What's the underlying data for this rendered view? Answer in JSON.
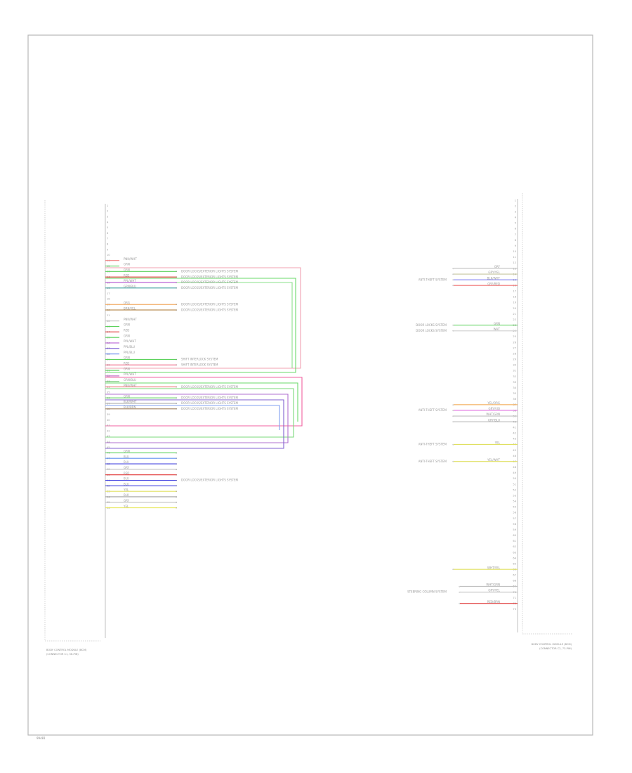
{
  "diagram_id": "99481",
  "left_connector": {
    "caption": [
      "BODY CONTROL MODULE (BCM)",
      "(CONNECTOR C1, 56-PIN)"
    ],
    "pins": [
      "1",
      "2",
      "3",
      "4",
      "5",
      "6",
      "7",
      "8",
      "9",
      "10",
      "11",
      "12",
      "13",
      "14",
      "15",
      "16",
      "17",
      "18",
      "19",
      "20",
      "21",
      "22",
      "23",
      "24",
      "25",
      "26",
      "27",
      "28",
      "29",
      "30",
      "31",
      "32",
      "33",
      "34",
      "35",
      "36",
      "37",
      "38",
      "39",
      "40",
      "41",
      "42",
      "43",
      "44",
      "45",
      "46",
      "47",
      "48",
      "49",
      "50",
      "51",
      "52",
      "53",
      "54",
      "55",
      "56"
    ]
  },
  "right_connector": {
    "caption": [
      "BODY CONTROL MODULE (BCM)",
      "(CONNECTOR C2, 73-PIN)"
    ],
    "pins": [
      "1",
      "2",
      "3",
      "4",
      "5",
      "6",
      "7",
      "8",
      "9",
      "10",
      "11",
      "12",
      "13",
      "14",
      "15",
      "16",
      "17",
      "18",
      "19",
      "20",
      "21",
      "22",
      "23",
      "24",
      "25",
      "26",
      "27",
      "28",
      "29",
      "30",
      "31",
      "32",
      "33",
      "34",
      "35",
      "36",
      "37",
      "38",
      "39",
      "40",
      "41",
      "42",
      "43",
      "44",
      "45",
      "46",
      "47",
      "48",
      "49",
      "50",
      "51",
      "52",
      "53",
      "54",
      "55",
      "56",
      "57",
      "58",
      "59",
      "60",
      "61",
      "62",
      "63",
      "64",
      "65",
      "66",
      "67",
      "68",
      "69",
      "70",
      "71",
      "72",
      "73"
    ]
  },
  "left_wires": [
    {
      "pin": "11",
      "label": "PNK/WHT",
      "color": "#f08080"
    },
    {
      "pin": "12",
      "label": "GRN",
      "color": "#5ad15a"
    },
    {
      "pin": "13",
      "label": "GRN",
      "color": "#5ad15a"
    },
    {
      "pin": "14",
      "label": "RED",
      "color": "#e03030"
    },
    {
      "pin": "15",
      "label": "PPL/WHT",
      "color": "#b050d0"
    },
    {
      "pin": "16",
      "label": "GRN/BLU",
      "color": "#40a0a0"
    },
    {
      "pin": "19",
      "label": "ORG",
      "color": "#f0a050"
    },
    {
      "pin": "20",
      "label": "BRN/YEL",
      "color": "#b08040"
    },
    {
      "pin": "22",
      "label": "PNK/WHT",
      "color": "#c8c8c8"
    },
    {
      "pin": "23",
      "label": "GRN",
      "color": "#5ad15a"
    },
    {
      "pin": "24",
      "label": "RED",
      "color": "#e03030"
    },
    {
      "pin": "25",
      "label": "GRN",
      "color": "#5ad15a"
    },
    {
      "pin": "26",
      "label": "PPL/WHT",
      "color": "#b050d0"
    },
    {
      "pin": "27",
      "label": "PPL/BLU",
      "color": "#7050d0"
    },
    {
      "pin": "28",
      "label": "PPL/BLU",
      "color": "#7090f0"
    },
    {
      "pin": "29",
      "label": "GRN",
      "color": "#5ad15a"
    },
    {
      "pin": "30",
      "label": "RED",
      "color": "#f06080"
    },
    {
      "pin": "31",
      "label": "GRN",
      "color": "#5ad15a"
    },
    {
      "pin": "32",
      "label": "PPL/WHT",
      "color": "#c060c0"
    },
    {
      "pin": "33",
      "label": "GRN/BLU",
      "color": "#60c060"
    },
    {
      "pin": "34",
      "label": "PNK/WHT",
      "color": "#f08080"
    },
    {
      "pin": "36",
      "label": "GRN",
      "color": "#5ad15a"
    },
    {
      "pin": "37",
      "label": "BLK/WHT",
      "color": "#b0b0b0"
    },
    {
      "pin": "38",
      "label": "BLK/BRN",
      "color": "#a08060"
    },
    {
      "pin": "46",
      "label": "GRN",
      "color": "#5ad15a"
    },
    {
      "pin": "47",
      "label": "BLU",
      "color": "#6090f0"
    },
    {
      "pin": "48",
      "label": "BLU",
      "color": "#4040e0"
    },
    {
      "pin": "49",
      "label": "GRY",
      "color": "#c0c0c0"
    },
    {
      "pin": "50",
      "label": "RED",
      "color": "#e03030"
    },
    {
      "pin": "51",
      "label": "BLU",
      "color": "#4040e0"
    },
    {
      "pin": "52",
      "label": "BLU",
      "color": "#4040e0"
    },
    {
      "pin": "53",
      "label": "YEL",
      "color": "#e0e060"
    },
    {
      "pin": "54",
      "label": "BLK",
      "color": "#a0a0a0"
    },
    {
      "pin": "55",
      "label": "GRY",
      "color": "#c0c0c0"
    },
    {
      "pin": "56",
      "label": "YEL",
      "color": "#e8e860"
    }
  ],
  "left_destinations": [
    "DOOR LOCKS/EXTERIOR LIGHTS SYSTEM",
    "DOOR LOCKS/EXTERIOR LIGHTS SYSTEM",
    "DOOR LOCKS/EXTERIOR LIGHTS SYSTEM",
    "DOOR LOCKS/EXTERIOR LIGHTS SYSTEM",
    "DOOR LOCKS/EXTERIOR LIGHTS SYSTEM",
    "DOOR LOCKS/EXTERIOR LIGHTS SYSTEM",
    "SHIFT INTERLOCK SYSTEM",
    "SHIFT INTERLOCK SYSTEM",
    "DOOR LOCKS/EXTERIOR LIGHTS SYSTEM",
    "DOOR LOCKS/EXTERIOR LIGHTS SYSTEM",
    "DOOR LOCKS/EXTERIOR LIGHTS SYSTEM",
    "DOOR LOCKS/EXTERIOR LIGHTS SYSTEM",
    "DOOR LOCKS/EXTERIOR LIGHTS SYSTEM"
  ],
  "right_wires": [
    {
      "pin": "13",
      "label": "GRY",
      "color": "#c0c0c0"
    },
    {
      "pin": "14",
      "label": "GRY/YEL",
      "color": "#c8c8a0"
    },
    {
      "pin": "15",
      "label": "BLK/WHT",
      "color": "#7070f0"
    },
    {
      "pin": "16",
      "label": "GRY/RED",
      "color": "#f07070"
    },
    {
      "pin": "23",
      "label": "GRN",
      "color": "#5ad15a"
    },
    {
      "pin": "24",
      "label": "WHT",
      "color": "#d0d0d0"
    },
    {
      "pin": "37",
      "label": "YEL/ORG",
      "color": "#f0a040"
    },
    {
      "pin": "38",
      "label": "GRY/VIO",
      "color": "#e070e0"
    },
    {
      "pin": "39",
      "label": "WHT/GRN",
      "color": "#c0c0c0"
    },
    {
      "pin": "40",
      "label": "GRY/BLU",
      "color": "#b0b0b0"
    },
    {
      "pin": "44",
      "label": "YEL",
      "color": "#e0e060"
    },
    {
      "pin": "47",
      "label": "YEL/WHT",
      "color": "#e0e060"
    },
    {
      "pin": "66",
      "label": "WHT/YEL",
      "color": "#e0e060"
    },
    {
      "pin": "69",
      "label": "WHT/GRN",
      "color": "#c0c0c0"
    },
    {
      "pin": "70",
      "label": "GRY/YEL",
      "color": "#c0c0c0"
    },
    {
      "pin": "72",
      "label": "RED/BRN",
      "color": "#e04040"
    }
  ],
  "right_destinations": [
    "ANTI-THEFT SYSTEM",
    "DOOR LOCKS SYSTEM",
    "DOOR LOCKS SYSTEM",
    "ANTI-THEFT SYSTEM",
    "ANTI-THEFT SYSTEM",
    "ANTI-THEFT SYSTEM",
    "STEERING COLUMN SYSTEM"
  ]
}
